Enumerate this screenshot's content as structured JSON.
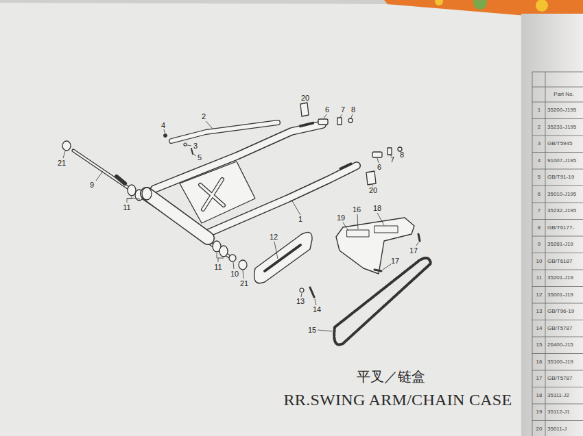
{
  "diagram": {
    "title": "RR.SWING ARM/CHAIN CASE",
    "labels": [
      "20",
      "2",
      "6",
      "7",
      "8",
      "4",
      "3",
      "5",
      "21",
      "6",
      "7",
      "8",
      "9",
      "20",
      "11",
      "16",
      "18",
      "1",
      "19",
      "12",
      "17",
      "17",
      "11",
      "10",
      "21",
      "13",
      "14",
      "15",
      "平叉／链盒",
      "Part No.",
      "1",
      "35200-J195",
      "2",
      "35231-J195",
      "3",
      "GB/T5945",
      "4",
      "91007-J195",
      "5",
      "GB/T91-19",
      "6",
      "35010-J195",
      "7",
      "35232-J195",
      "8",
      "GB/T6177-",
      "9",
      "35281-J19",
      "10",
      "GB/T6187",
      "11",
      "35201-J19",
      "12",
      "35001-J19",
      "13",
      "GB/T96-19",
      "14",
      "GB/T5787",
      "15",
      "26400-J15",
      "16",
      "35100-J19",
      "17",
      "GB/T5787",
      "18",
      "35111-J2",
      "19",
      "35112-J1",
      "20",
      "35011-J"
    ]
  }
}
